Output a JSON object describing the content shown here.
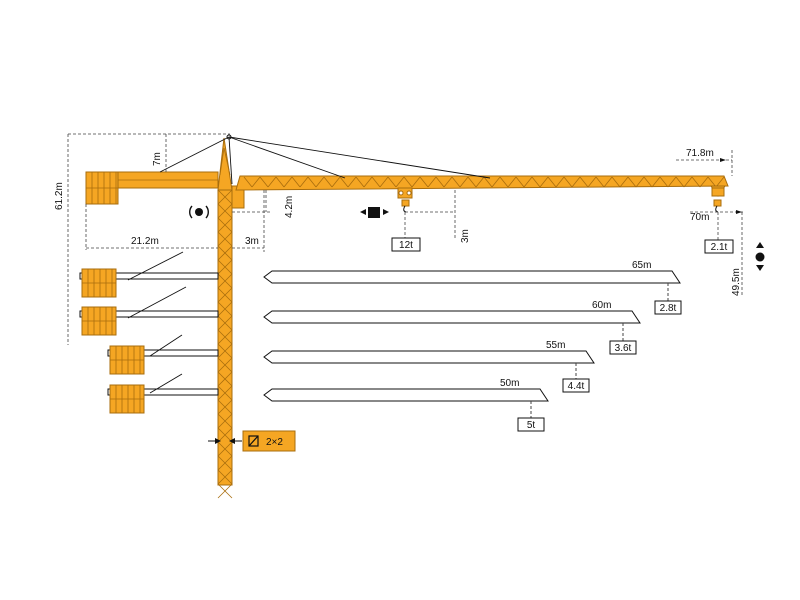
{
  "colors": {
    "steel": "#f5a623",
    "steel_dark": "#a86d0e",
    "line": "#111111",
    "dash": "#444444",
    "box_bg": "#ffffff"
  },
  "dimensions": {
    "total_height": "61.2m",
    "counter_jib_height": "7m",
    "counter_jib_length": "21.2m",
    "tower_offset": "3m",
    "jib_depth": "4.2m",
    "max_radius": "71.8m",
    "tip_radius": "70m",
    "hook_height": "49.5m",
    "hook_drop": "3m"
  },
  "loads": {
    "max_load": "12t",
    "tip_load": "2.1t"
  },
  "jib_configs": [
    {
      "length": "65m",
      "load": "2.8t"
    },
    {
      "length": "60m",
      "load": "3.6t"
    },
    {
      "length": "55m",
      "load": "4.4t"
    },
    {
      "length": "50m",
      "load": "5t"
    }
  ],
  "mast_section": "2×2",
  "icons": [
    "slewing-icon",
    "trolley-travel-icon",
    "hoist-updown-icon",
    "mast-section-icon"
  ]
}
